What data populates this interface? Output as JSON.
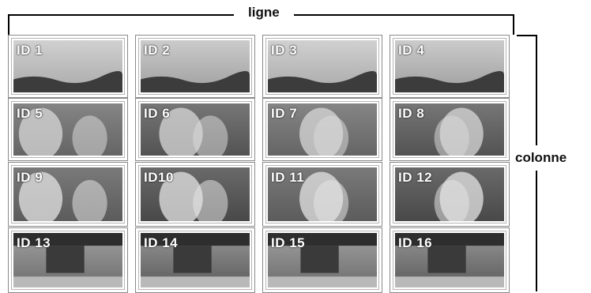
{
  "axis_labels": {
    "row": "ligne",
    "column": "colonne"
  },
  "cells": [
    [
      "ID 1",
      "ID 2",
      "ID 3",
      "ID 4"
    ],
    [
      "ID 5",
      "ID 6",
      "ID 7",
      "ID 8"
    ],
    [
      "ID 9",
      "ID10",
      "ID 11",
      "ID 12"
    ],
    [
      "ID 13",
      "ID 14",
      "ID 15",
      "ID 16"
    ]
  ]
}
